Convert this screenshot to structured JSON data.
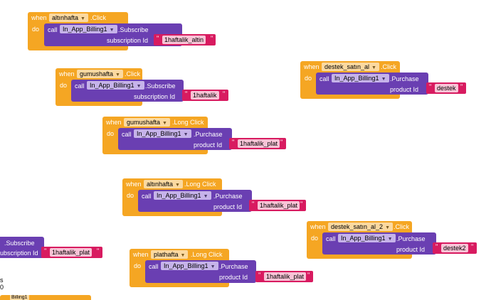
{
  "keywords": {
    "when": "when",
    "do": "do",
    "call": "call"
  },
  "blocks": [
    {
      "component": "altınhafta",
      "event": ".Click",
      "target": "In_App_Billing1",
      "method": ".Subscribe",
      "param": "subscription Id",
      "value": "1haftalik_altin"
    },
    {
      "component": "gumushafta",
      "event": ".Click",
      "target": "In_App_Billing1",
      "method": ".Subscribe",
      "param": "subscription Id",
      "value": "1haftalik"
    },
    {
      "component": "destek_satın_al",
      "event": ".Click",
      "target": "In_App_Billing1",
      "method": ".Purchase",
      "param": "product Id",
      "value": "destek"
    },
    {
      "component": "gumushafta",
      "event": ".Long Click",
      "target": "In_App_Billing1",
      "method": ".Purchase",
      "param": "product Id",
      "value": "1haftalik_plat"
    },
    {
      "component": "altınhafta",
      "event": ".Long Click",
      "target": "In_App_Billing1",
      "method": ".Purchase",
      "param": "product Id",
      "value": "1haftalik_plat"
    },
    {
      "component": "destek_satın_al_2",
      "event": ".Click",
      "target": "In_App_Billing1",
      "method": ".Purchase",
      "param": "product Id",
      "value": "destek2"
    },
    {
      "component": "plathafta",
      "event": ".Long Click",
      "target": "In_App_Billing1",
      "method": ".Purchase",
      "param": "product Id",
      "value": "1haftalik_plat"
    }
  ],
  "fragment": {
    "method": ".Subscribe",
    "param": "ubscription Id",
    "value": "1haftalik_plat",
    "side1": "s",
    "side2": "0",
    "bottom": "Billing1"
  }
}
